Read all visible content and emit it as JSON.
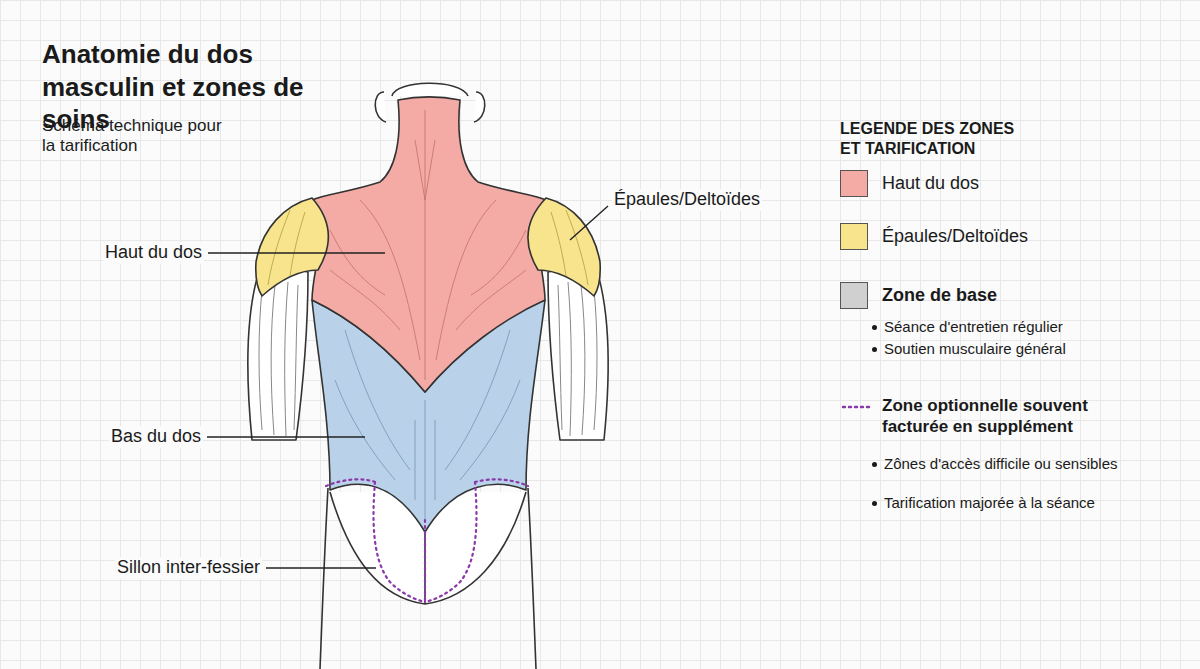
{
  "diagram": {
    "title": "Anatomie du dos masculin et zones de soins",
    "caption": "Schéma technique pour la tarification",
    "labels": [
      "Haut du dos",
      "Épaules/Deltoïdes",
      "Bas du dos",
      "Sillon inter-fessier",
      "LEGENDE DES ZONES ET TARIFICATION",
      "Séance d'entretien régulier",
      "Soutien musculaire général",
      "Zônes d'accès difficile ou sensibles",
      "Tarification majorée à la séance"
    ],
    "legend": [
      {
        "text": "Haut du dos",
        "color": "#f4aba5"
      },
      {
        "text": "Épaules/Deltoïdes",
        "color": "#f7e48c"
      },
      {
        "text": "Zone de base",
        "color": "#d0d0d0"
      },
      {
        "text": "Zone optionnelle souvent facturée en supplément"
      }
    ]
  }
}
